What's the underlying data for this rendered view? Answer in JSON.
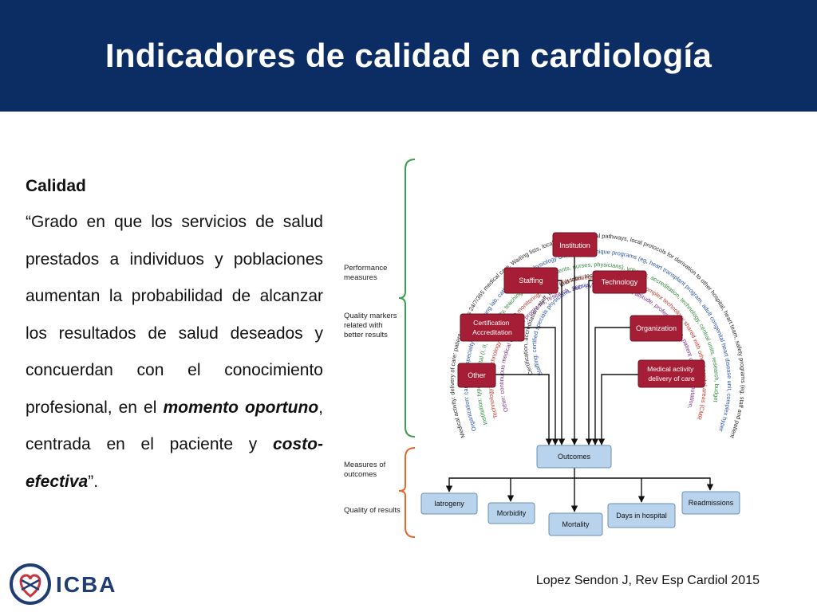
{
  "title": "Indicadores de calidad en cardiología",
  "text": {
    "heading": "Calidad",
    "p1": "“Grado en que los servicios de salud prestados a individuos y poblaciones aumentan la probabilidad de alcanzar los resultados de salud deseados y concuerdan con el conocimiento profesional, en el ",
    "em1": "momento oportuno",
    "p2": ", centrada en el paciente y ",
    "em2": "costo-efectiva",
    "p3": "”."
  },
  "diagram": {
    "left_labels": {
      "performance": [
        "Performance",
        "measures"
      ],
      "quality_markers": [
        "Quality markers",
        "related with",
        "better results"
      ],
      "measures_outcomes": [
        "Measures of",
        "outcomes"
      ],
      "quality_results": "Quality of results"
    },
    "red_boxes": {
      "institution": [
        "Institution"
      ],
      "staffing": [
        "Staffing"
      ],
      "technology": [
        "Technology"
      ],
      "certification": [
        "Certification",
        "Accreditation"
      ],
      "organization": [
        "Organization"
      ],
      "other": [
        "Other"
      ],
      "medical_activity": [
        "Medical activity",
        "delivery of care"
      ]
    },
    "outcomes_box": "Outcomes",
    "result_boxes": {
      "iatrogeny": "Iatrogeny",
      "morbidity": "Morbidity",
      "mortality": "Mortality",
      "days_hospital": "Days in hospital",
      "readmissions": "Readmissions"
    },
    "arcs": [
      {
        "color": "#2a2a2a",
        "text": "Medical activity: delivery of care: patient volumes 24/7/365 medical care. Waiting lists, local protocols, clinical pathways, local protocols for derivation to other hospital, heart team, safety programs (eg, staff and patient), bleeding medical errors), local programs to improve quality"
      },
      {
        "color": "#2a55a5",
        "text": "Organization: cardiac subspecialty units (imaging lab, cath lab, electrophysiology unit, surgery unique programs (eg, heart transplant program, adult congenital heart disease unit, complex hypertension unit, pulmonary hypertension unit), multidisciplinary teams"
      },
      {
        "color": "#2f8a3c",
        "text": "Institution: type of hospital (I, II, III), university, teaching (students, residents, nurses, physicians), volumes, accreditation, technology, central units, research, budget"
      },
      {
        "color": "#c0392b",
        "text": "Technology: basic technology (ECG, ECO monitoring, Holter, echocardiography, stress tests), complex technology shared with other hospital areas (CMR, CCT, nuclear medicine)"
      },
      {
        "color": "#7a2d8a",
        "text": "Other: continuous medical education programs, research, 360° evaluation of staff, attitude, professionalism, patient opinion, reputation, other institution opinions"
      },
      {
        "color": "#2a2a2a",
        "text": "Certification, accreditation: staff, units and labs, techniques"
      },
      {
        "color": "#2a55a5",
        "text": "Staffing: certified specials physicians, nurses volumes"
      }
    ]
  },
  "logo": {
    "text": "ICBA"
  },
  "citation": "Lopez Sendon J, Rev Esp Cardiol 2015",
  "colors": {
    "title_bg": "#0b2d63",
    "red_box": "#a51e35",
    "blue_box": "#b9d3ec",
    "green_brace": "#3aa04f",
    "orange_brace": "#e2682e"
  }
}
